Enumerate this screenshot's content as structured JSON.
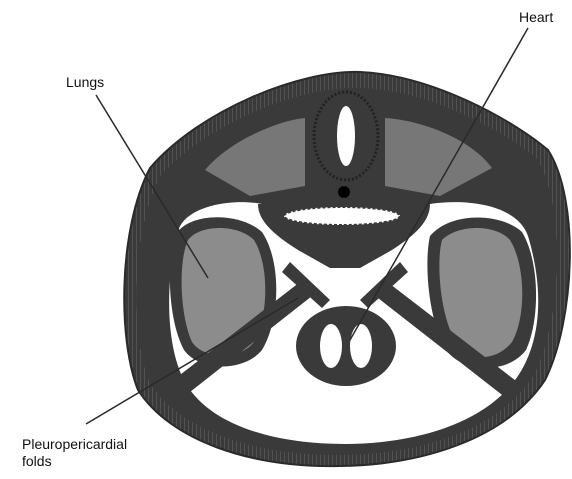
{
  "labels": {
    "lungs": "Lungs",
    "heart": "Heart",
    "pleuropericardial_line1": "Pleuropericardial",
    "pleuropericardial_line2": "folds"
  },
  "colors": {
    "tissue_dark": "#3a3a3a",
    "lung_gray": "#8c8c8c",
    "body_wall_gray": "#777777",
    "cavity_white": "#ffffff",
    "leader_line": "#2a2a2a"
  }
}
